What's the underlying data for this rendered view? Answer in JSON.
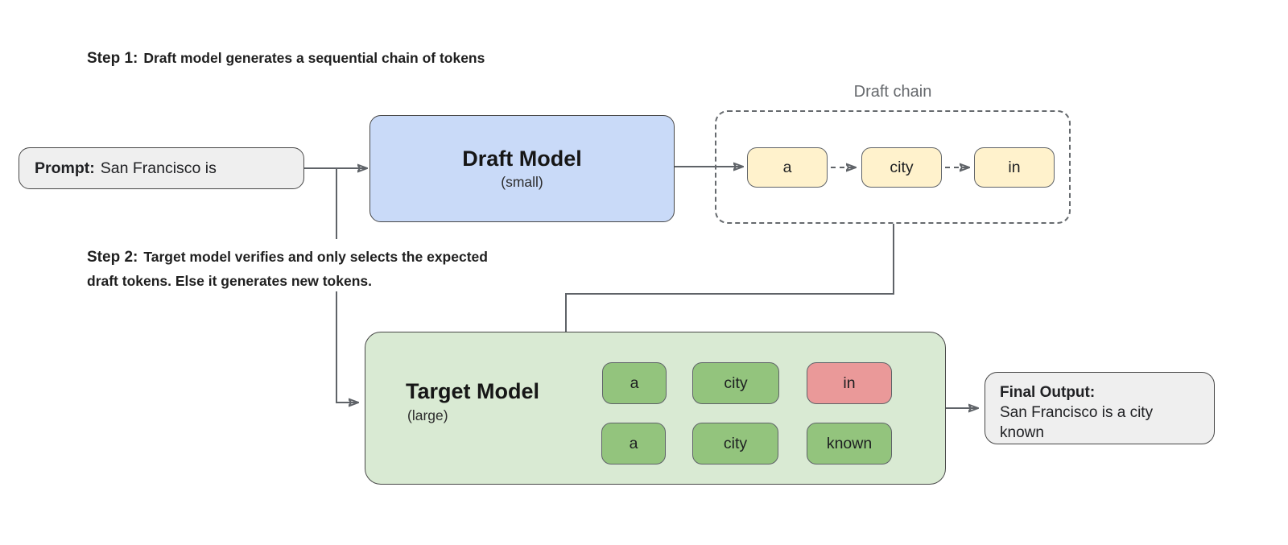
{
  "colors": {
    "draft_model_fill": "#c9daf8",
    "target_model_fill": "#d9ead3",
    "draft_token_fill": "#fff2cc",
    "accepted_fill": "#93c47d",
    "rejected_fill": "#ea9999",
    "gray_box_fill": "#efefef",
    "box_border": "#474747",
    "token_border": "#5f6368",
    "line": "#5f6368",
    "arrowhead": "#3c4043",
    "muted_text": "#65686c"
  },
  "step1": {
    "prefix": "Step 1:",
    "text": "Draft model generates a sequential chain of tokens"
  },
  "step2": {
    "prefix": "Step 2:",
    "line1": "Target model verifies and only selects the expected",
    "line2": "draft tokens. Else it generates new tokens."
  },
  "prompt_box": {
    "label": "Prompt:",
    "text": "San Francisco is"
  },
  "draft_model": {
    "title": "Draft Model",
    "subtitle": "(small)"
  },
  "draft_chain": {
    "label": "Draft chain",
    "tokens": [
      {
        "label": "a"
      },
      {
        "label": "city"
      },
      {
        "label": "in"
      }
    ]
  },
  "target_model": {
    "title": "Target Model",
    "subtitle": "(large)",
    "row1": {
      "tokens": [
        {
          "label": "a",
          "status": "accepted"
        },
        {
          "label": "city",
          "status": "accepted"
        },
        {
          "label": "in",
          "status": "rejected"
        }
      ]
    },
    "row2": {
      "tokens": [
        {
          "label": "a",
          "status": "accepted"
        },
        {
          "label": "city",
          "status": "accepted"
        },
        {
          "label": "known",
          "status": "accepted"
        }
      ]
    }
  },
  "final_output": {
    "label": "Final Output:",
    "text": "San Francisco is a city known"
  }
}
